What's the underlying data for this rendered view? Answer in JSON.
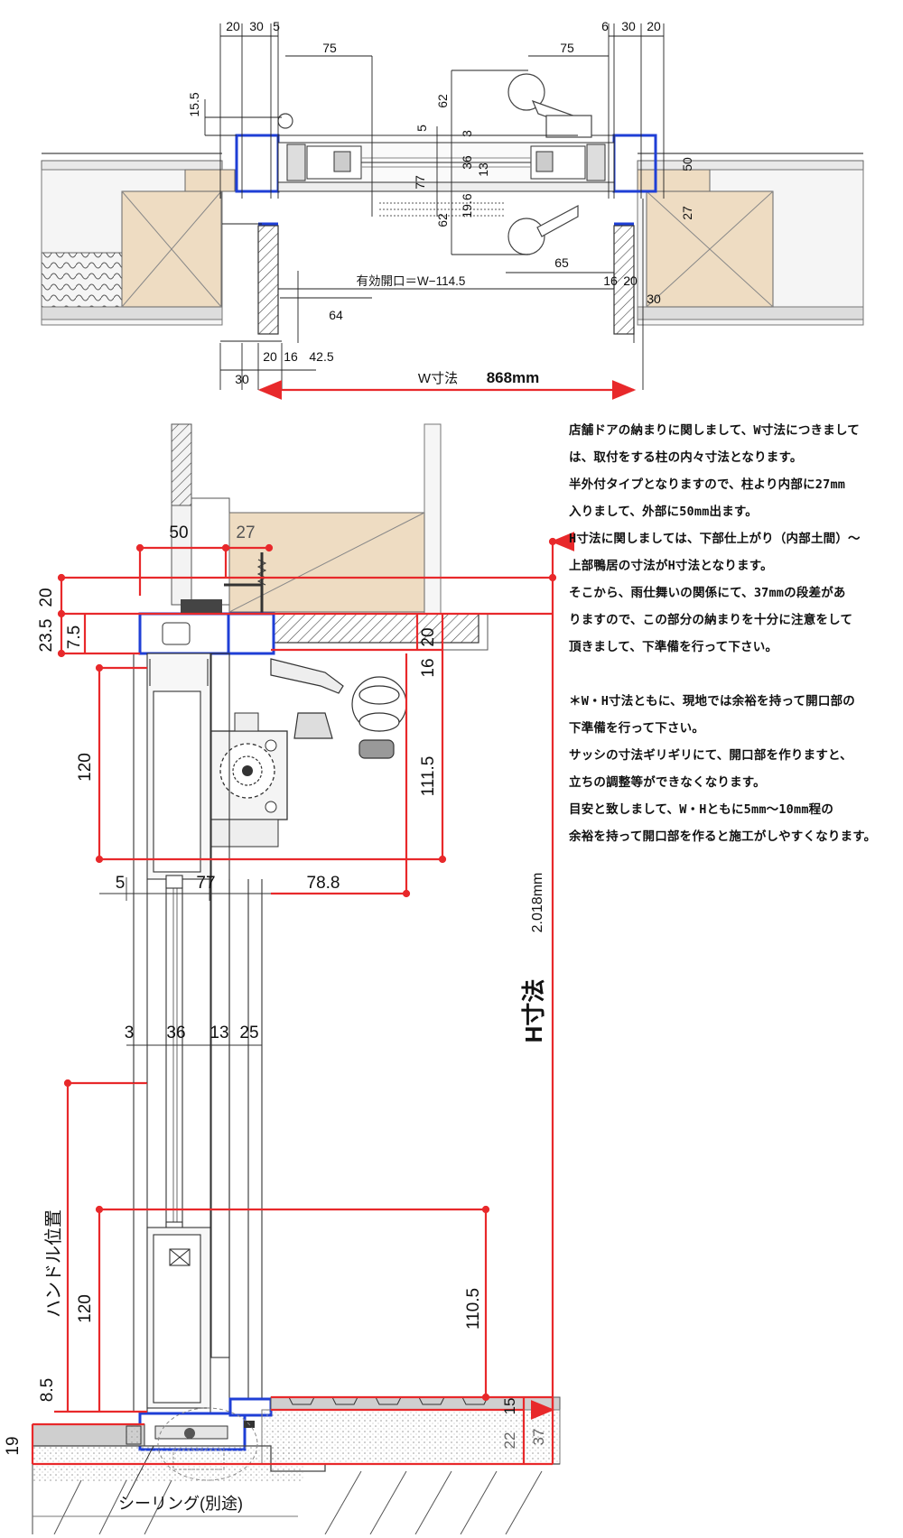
{
  "colors": {
    "dimension_red": "#e8292b",
    "frame_blue": "#1f3fd6",
    "wood": "#eedcc2",
    "line_dark": "#333333"
  },
  "plan": {
    "top_left_dims": [
      "20",
      "30",
      "5"
    ],
    "top_right_dims": [
      "6",
      "30",
      "20"
    ],
    "dim_75_left": "75",
    "dim_75_right": "75",
    "dim_15_5": "15.5",
    "dim_62_top": "62",
    "dim_62_bottom": "62",
    "dim_5": "5",
    "dim_3": "3",
    "dim_36": "36",
    "dim_13": "13",
    "dim_77": "77",
    "dim_19_6": "19.6",
    "dim_50": "50",
    "dim_27": "27",
    "dim_65": "65",
    "dim_64": "64",
    "effective_opening": "有効開口＝W−114.5",
    "dims_16_20_right": [
      "16",
      "20"
    ],
    "dim_30_right": "30",
    "bottom_dims": [
      "20",
      "16",
      "42.5"
    ],
    "dim_30_bottom": "30",
    "w_label": "W寸法",
    "w_value": "868mm"
  },
  "section": {
    "top_50": "50",
    "top_27": "27",
    "left_23_5": "23.5",
    "left_20": "20",
    "left_7_5": "7.5",
    "right_20": "20",
    "right_16": "16",
    "dim_120_top": "120",
    "dim_111_5": "111.5",
    "dim_5": "5",
    "dim_77": "77",
    "dim_78_8": "78.8",
    "mid_dims": [
      "3",
      "36",
      "13",
      "25"
    ],
    "h_label": "H寸法",
    "h_value": "2.018mm",
    "handle_label": "ハンドル位置",
    "dim_120_bottom": "120",
    "dim_110_5": "110.5",
    "dim_8_5": "8.5",
    "dim_19": "19",
    "dim_15": "15",
    "dim_22": "22",
    "dim_37": "37",
    "sealing_label": "シーリング(別途)"
  },
  "notes": {
    "lines": [
      "店舗ドアの納まりに関しまして、W寸法につきまして",
      "は、取付をする柱の内々寸法となります。",
      "半外付タイプとなりますので、柱より内部に27mm",
      "入りまして、外部に50mm出ます。",
      "H寸法に関しましては、下部仕上がり（内部土間）〜",
      "上部鴨居の寸法がH寸法となります。",
      "そこから、雨仕舞いの関係にて、37mmの段差があ",
      "りますので、この部分の納まりを十分に注意をして",
      "頂きまして、下準備を行って下さい。"
    ],
    "lines2": [
      "＊W・H寸法ともに、現地では余裕を持って開口部の",
      "下準備を行って下さい。",
      "サッシの寸法ギリギリにて、開口部を作りますと、",
      "立ちの調整等ができなくなります。",
      "目安と致しまして、W・Hともに5mm〜10mm程の",
      "余裕を持って開口部を作ると施工がしやすくなります。"
    ]
  }
}
